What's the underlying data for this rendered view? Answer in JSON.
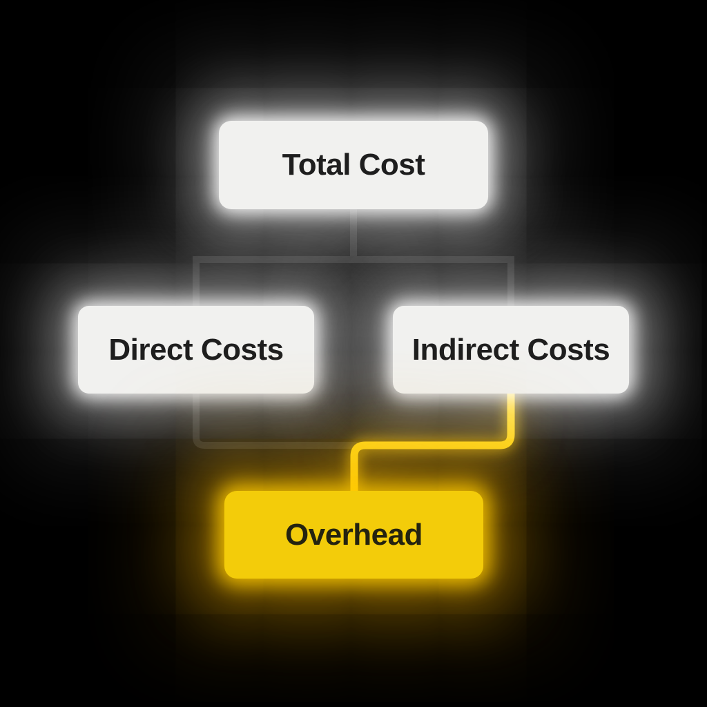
{
  "diagram": {
    "type": "hierarchy-flowchart",
    "nodes": {
      "total": {
        "label": "Total Cost",
        "highlighted": false
      },
      "direct": {
        "label": "Direct Costs",
        "highlighted": false
      },
      "indirect": {
        "label": "Indirect Costs",
        "highlighted": false
      },
      "overhead": {
        "label": "Overhead",
        "highlighted": true
      }
    },
    "edges": [
      {
        "from": "total",
        "to": "direct",
        "color": "black"
      },
      {
        "from": "total",
        "to": "indirect",
        "color": "black"
      },
      {
        "from": "direct",
        "to": "overhead",
        "color": "black"
      },
      {
        "from": "indirect",
        "to": "overhead",
        "color": "yellow-highlight"
      }
    ]
  },
  "colors": {
    "background": "#000000",
    "node_bg": "#f1f1ef",
    "node_text": "#1e1e1e",
    "line": "#1a1a1a",
    "highlight_bg": "#f3cc0a",
    "highlight_line": "#ffd60a",
    "white_glow": "#ffffff",
    "yellow_glow": "#ffbe00"
  }
}
